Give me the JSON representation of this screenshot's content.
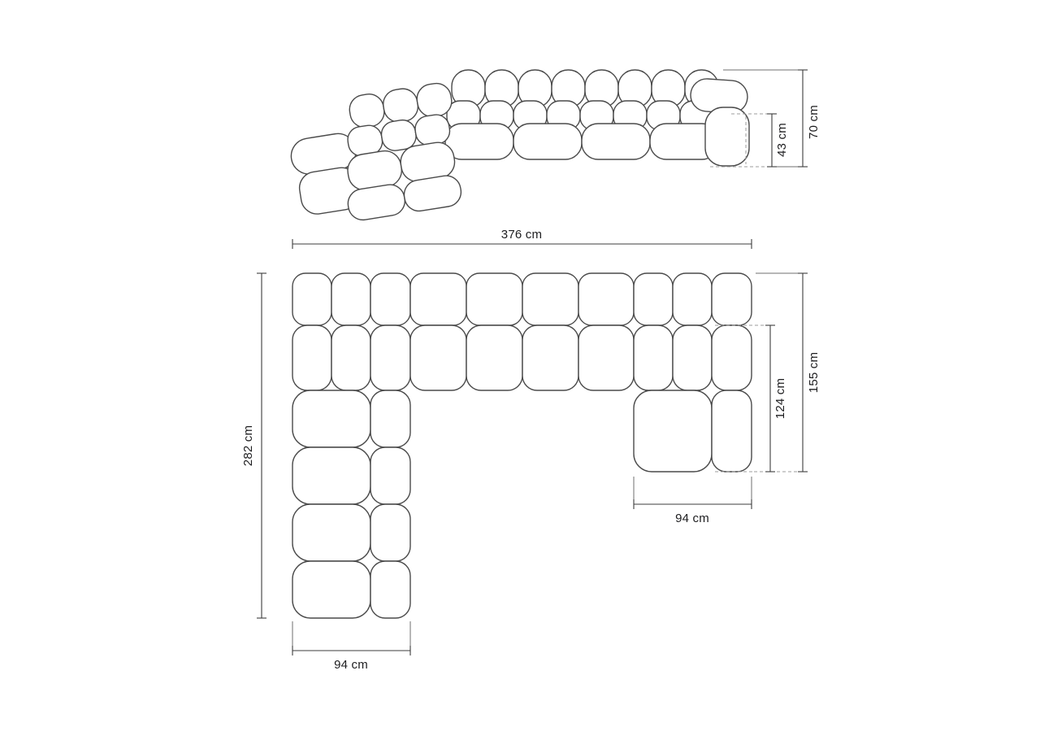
{
  "diagram": {
    "subject": "modular-sofa-dimension-drawing",
    "front_view": {
      "dims": {
        "total_height": "70 cm",
        "seat_height": "43 cm"
      }
    },
    "plan_view": {
      "dims": {
        "total_width": "376 cm",
        "total_depth": "282 cm",
        "right_section_depth": "155 cm",
        "right_inner_depth": "124 cm",
        "right_section_width": "94 cm",
        "left_section_width": "94 cm"
      }
    },
    "colors": {
      "background": "#ffffff",
      "outline": "#4a4a4a",
      "dimension_line": "#3c3c3c",
      "dashed_line": "#9c9c9c",
      "label_text": "#1d1d1f"
    }
  }
}
